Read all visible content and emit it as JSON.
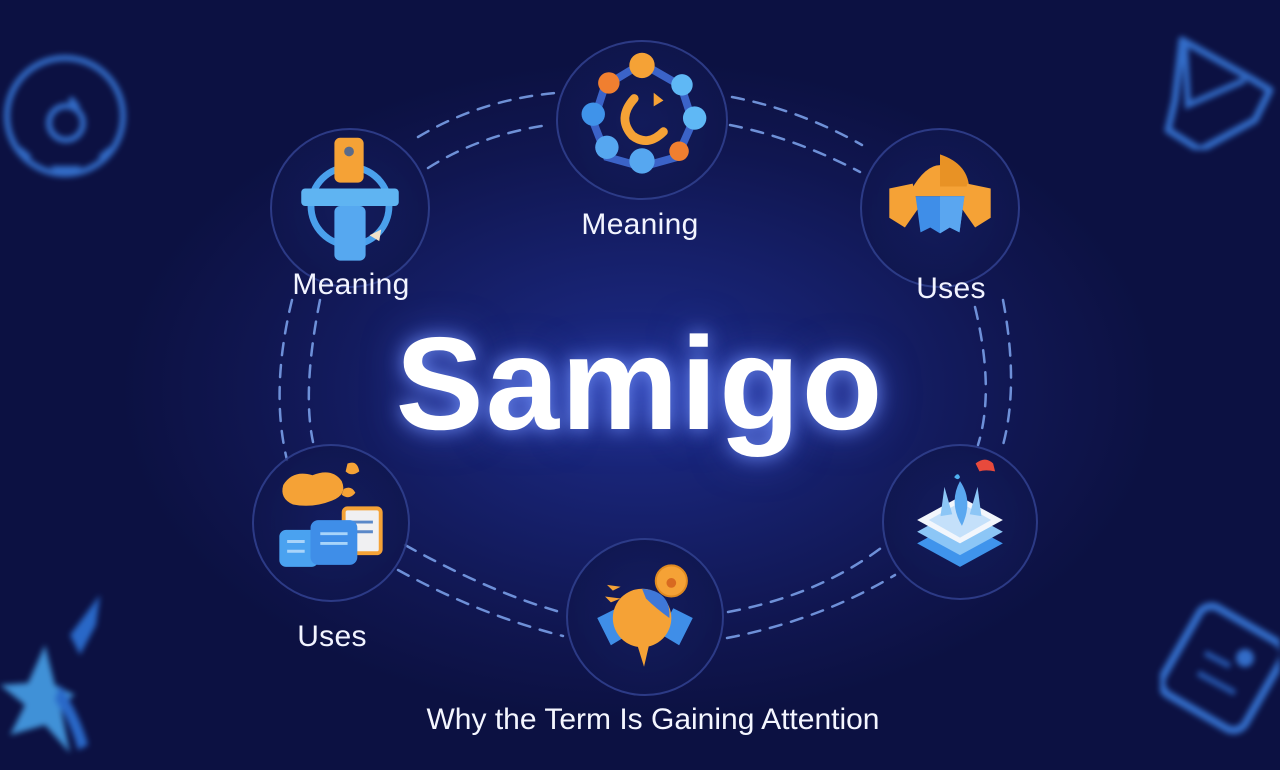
{
  "title": "Samigo",
  "subtitle": "Why the Term Is Gaining Attention",
  "nodes": [
    {
      "id": "top",
      "label": "Meaning",
      "icon": "network-cycle-icon"
    },
    {
      "id": "top-left",
      "label": "Meaning",
      "icon": "target-tool-icon"
    },
    {
      "id": "top-right",
      "label": "Uses",
      "icon": "helmet-icon"
    },
    {
      "id": "bottom-left",
      "label": "Uses",
      "icon": "map-chat-clipboard-icon"
    },
    {
      "id": "bottom-right",
      "label": "",
      "icon": "layered-crystal-icon"
    },
    {
      "id": "bottom",
      "label": "",
      "icon": "globe-coin-icon"
    }
  ],
  "decorations": [
    {
      "position": "top-left",
      "icon": "refresh-badge-icon"
    },
    {
      "position": "top-right",
      "icon": "cube-outline-icon"
    },
    {
      "position": "bottom-left",
      "icon": "shooting-star-icon"
    },
    {
      "position": "bottom-right",
      "icon": "document-card-icon"
    }
  ],
  "colors": {
    "background": "#101650",
    "accent_blue": "#4a9bf0",
    "accent_orange": "#f5a236",
    "dash": "#7fa6f0",
    "text": "#ffffff"
  }
}
